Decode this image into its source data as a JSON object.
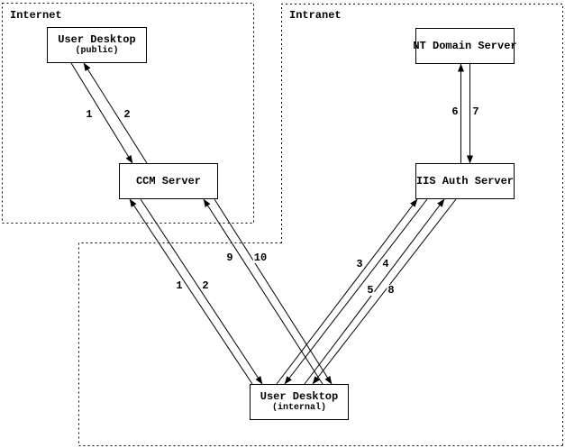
{
  "regions": {
    "internet": {
      "label": "Internet"
    },
    "intranet": {
      "label": "Intranet"
    }
  },
  "nodes": {
    "user_desktop_public": {
      "title": "User Desktop",
      "subtitle": "(public)"
    },
    "ccm_server": {
      "title": "CCM Server"
    },
    "nt_domain_server": {
      "title": "NT Domain Server"
    },
    "iis_auth_server": {
      "title": "IIS Auth Server"
    },
    "user_desktop_internal": {
      "title": "User Desktop",
      "subtitle": "(internal)"
    }
  },
  "flows": [
    {
      "label": "1",
      "from": "User Desktop (public)",
      "to": "CCM Server"
    },
    {
      "label": "2",
      "from": "CCM Server",
      "to": "User Desktop (public)"
    },
    {
      "label": "1",
      "from": "User Desktop (internal)",
      "to": "CCM Server"
    },
    {
      "label": "2",
      "from": "CCM Server",
      "to": "User Desktop (internal)"
    },
    {
      "label": "3",
      "from": "User Desktop (internal)",
      "to": "IIS Auth Server"
    },
    {
      "label": "4",
      "from": "IIS Auth Server",
      "to": "User Desktop (internal)"
    },
    {
      "label": "5",
      "from": "User Desktop (internal)",
      "to": "IIS Auth Server"
    },
    {
      "label": "6",
      "from": "IIS Auth Server",
      "to": "NT Domain Server"
    },
    {
      "label": "7",
      "from": "NT Domain Server",
      "to": "IIS Auth Server"
    },
    {
      "label": "8",
      "from": "IIS Auth Server",
      "to": "User Desktop (internal)"
    },
    {
      "label": "9",
      "from": "User Desktop (internal)",
      "to": "CCM Server"
    },
    {
      "label": "10",
      "from": "CCM Server",
      "to": "User Desktop (internal)"
    }
  ],
  "colors": {
    "ink": "#000000",
    "background": "#ffffff"
  }
}
